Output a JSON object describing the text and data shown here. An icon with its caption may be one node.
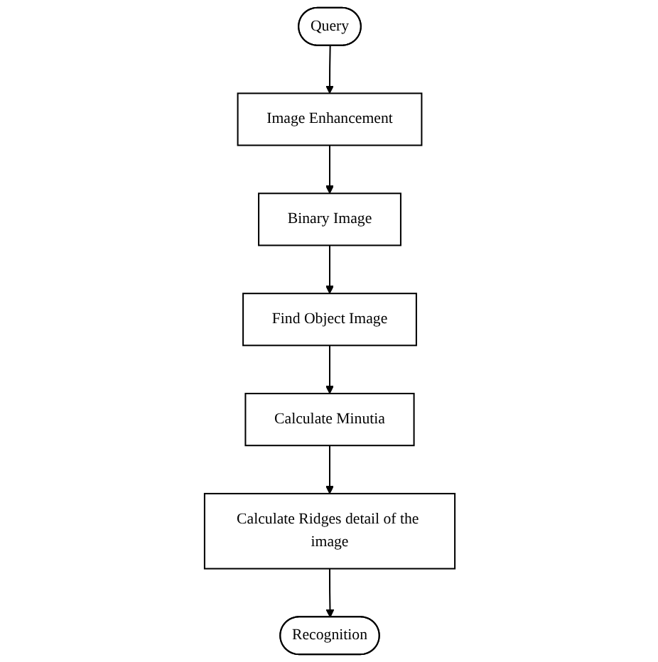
{
  "diagram": {
    "nodes": [
      {
        "text": [
          "Query"
        ]
      },
      {
        "text": [
          "Image Enhancement"
        ]
      },
      {
        "text": [
          "Binary Image"
        ]
      },
      {
        "text": [
          "Find Object Image"
        ]
      },
      {
        "text": [
          "Calculate Minutia"
        ]
      },
      {
        "text": [
          "Calculate Ridges detail of the image"
        ]
      },
      {
        "text": [
          "Recognition"
        ]
      }
    ],
    "edges": [
      {
        "from": 0,
        "to": 1,
        "arrow": "to"
      },
      {
        "from": 1,
        "to": 2,
        "arrow": "to"
      },
      {
        "from": 2,
        "to": 3,
        "arrow": "to"
      },
      {
        "from": 3,
        "to": 4,
        "arrow": "to"
      },
      {
        "from": 4,
        "to": 5,
        "arrow": "to"
      },
      {
        "from": 5,
        "to": 6,
        "arrow": "to"
      }
    ]
  }
}
